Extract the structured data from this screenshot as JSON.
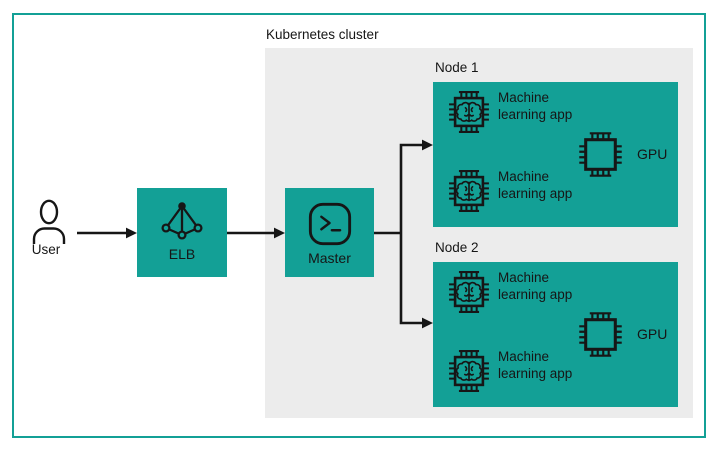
{
  "diagram": {
    "cluster_label": "Kubernetes cluster",
    "user": {
      "label": "User",
      "icon": "person-icon"
    },
    "elb": {
      "label": "ELB",
      "icon": "load-balancer-icon"
    },
    "master": {
      "label": "Master",
      "icon": "terminal-icon"
    },
    "nodes": [
      {
        "label": "Node 1",
        "apps": [
          {
            "label": "Machine learning app",
            "icon": "chip-brain-icon"
          },
          {
            "label": "Machine learning app",
            "icon": "chip-brain-icon"
          }
        ],
        "gpu_label": "GPU",
        "gpu_icon": "chip-icon"
      },
      {
        "label": "Node 2",
        "apps": [
          {
            "label": "Machine learning app",
            "icon": "chip-brain-icon"
          },
          {
            "label": "Machine learning app",
            "icon": "chip-brain-icon"
          }
        ],
        "gpu_label": "GPU",
        "gpu_icon": "chip-icon"
      }
    ],
    "colors": {
      "teal": "#13a096",
      "panel_gray": "#ececec",
      "ink": "#161616",
      "background": "#ffffff"
    }
  }
}
